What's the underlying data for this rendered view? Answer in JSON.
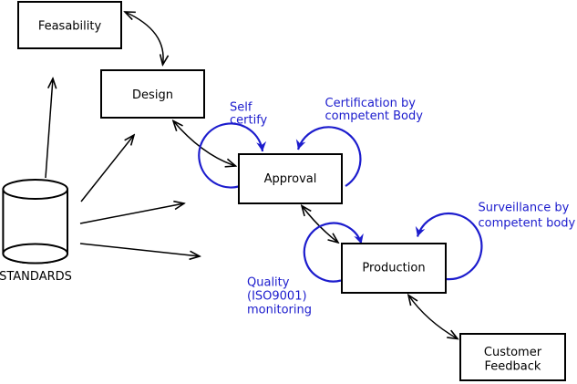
{
  "diagram": {
    "colors": {
      "background": "#ffffff",
      "line": "#000000",
      "annotation_blue": "#1c1ccd"
    },
    "nodes": {
      "feasability": {
        "label": "Feasability"
      },
      "design": {
        "label": "Design"
      },
      "approval": {
        "label": "Approval"
      },
      "production": {
        "label": "Production"
      },
      "customer_feedback": {
        "lines": [
          "Customer",
          "Feedback"
        ]
      },
      "standards": {
        "label": "STANDARDS",
        "shape": "cylinder"
      }
    },
    "annotations": {
      "self_certify": {
        "lines": [
          "Self",
          "certify"
        ]
      },
      "certification": {
        "lines": [
          "Certification by",
          "competent Body"
        ]
      },
      "quality_monitoring": {
        "lines": [
          "Quality",
          "(ISO9001)",
          "monitoring"
        ]
      },
      "surveillance": {
        "lines": [
          "Surveillance by",
          "competent body"
        ]
      }
    }
  }
}
